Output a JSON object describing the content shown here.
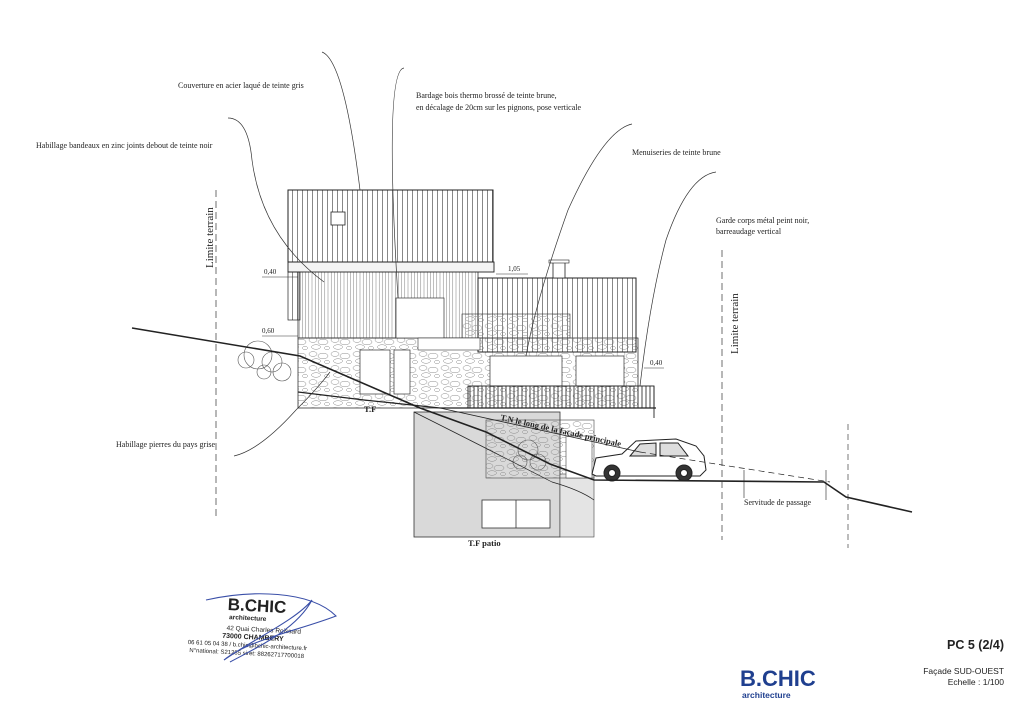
{
  "annotations": {
    "roof": "Couverture en acier laqué de teinte gris",
    "cladding_line1": "Bardage bois thermo brossé de teinte brune,",
    "cladding_line2": "en décalage de 20cm sur les pignons, pose verticale",
    "fascia": "Habillage bandeaux en zinc joints debout de teinte noir",
    "joinery": "Menuiseries de teinte brune",
    "railing_line1": "Garde corps métal peint noir,",
    "railing_line2": "barreaudage vertical",
    "stone": "Habillage pierres du pays grise"
  },
  "labels": {
    "boundary_left": "Limite terrain",
    "boundary_right": "Limite terrain",
    "tf": "T.F",
    "tn": "T.N le long de la façade principale",
    "tf_patio": "T.F patio",
    "easement": "Servitude de passage"
  },
  "dimensions": {
    "d1": "0,40",
    "d2": "0,60",
    "d3": "1,05",
    "d4": "0,40"
  },
  "stamp": {
    "brand": "B.CHIC",
    "subtitle": "architecture",
    "address": "42 Quai Charles Roissard",
    "city": "73000 CHAMBERY",
    "contact": "06 61 05 04 38 / b.chic@bchic-architecture.fr",
    "ids": "N°national: S21285  siret: 88262717700018"
  },
  "title_block": {
    "sheet_number": "PC 5 (2/4)",
    "view": "Façade SUD-OUEST",
    "scale": "Echelle : 1/100",
    "logo_text": "B.CHIC",
    "logo_subtitle": "architecture"
  },
  "colors": {
    "brand": "#1f3f8f",
    "line": "#222222",
    "concrete": "#d9d9d9",
    "signature": "#3a4fa8"
  }
}
